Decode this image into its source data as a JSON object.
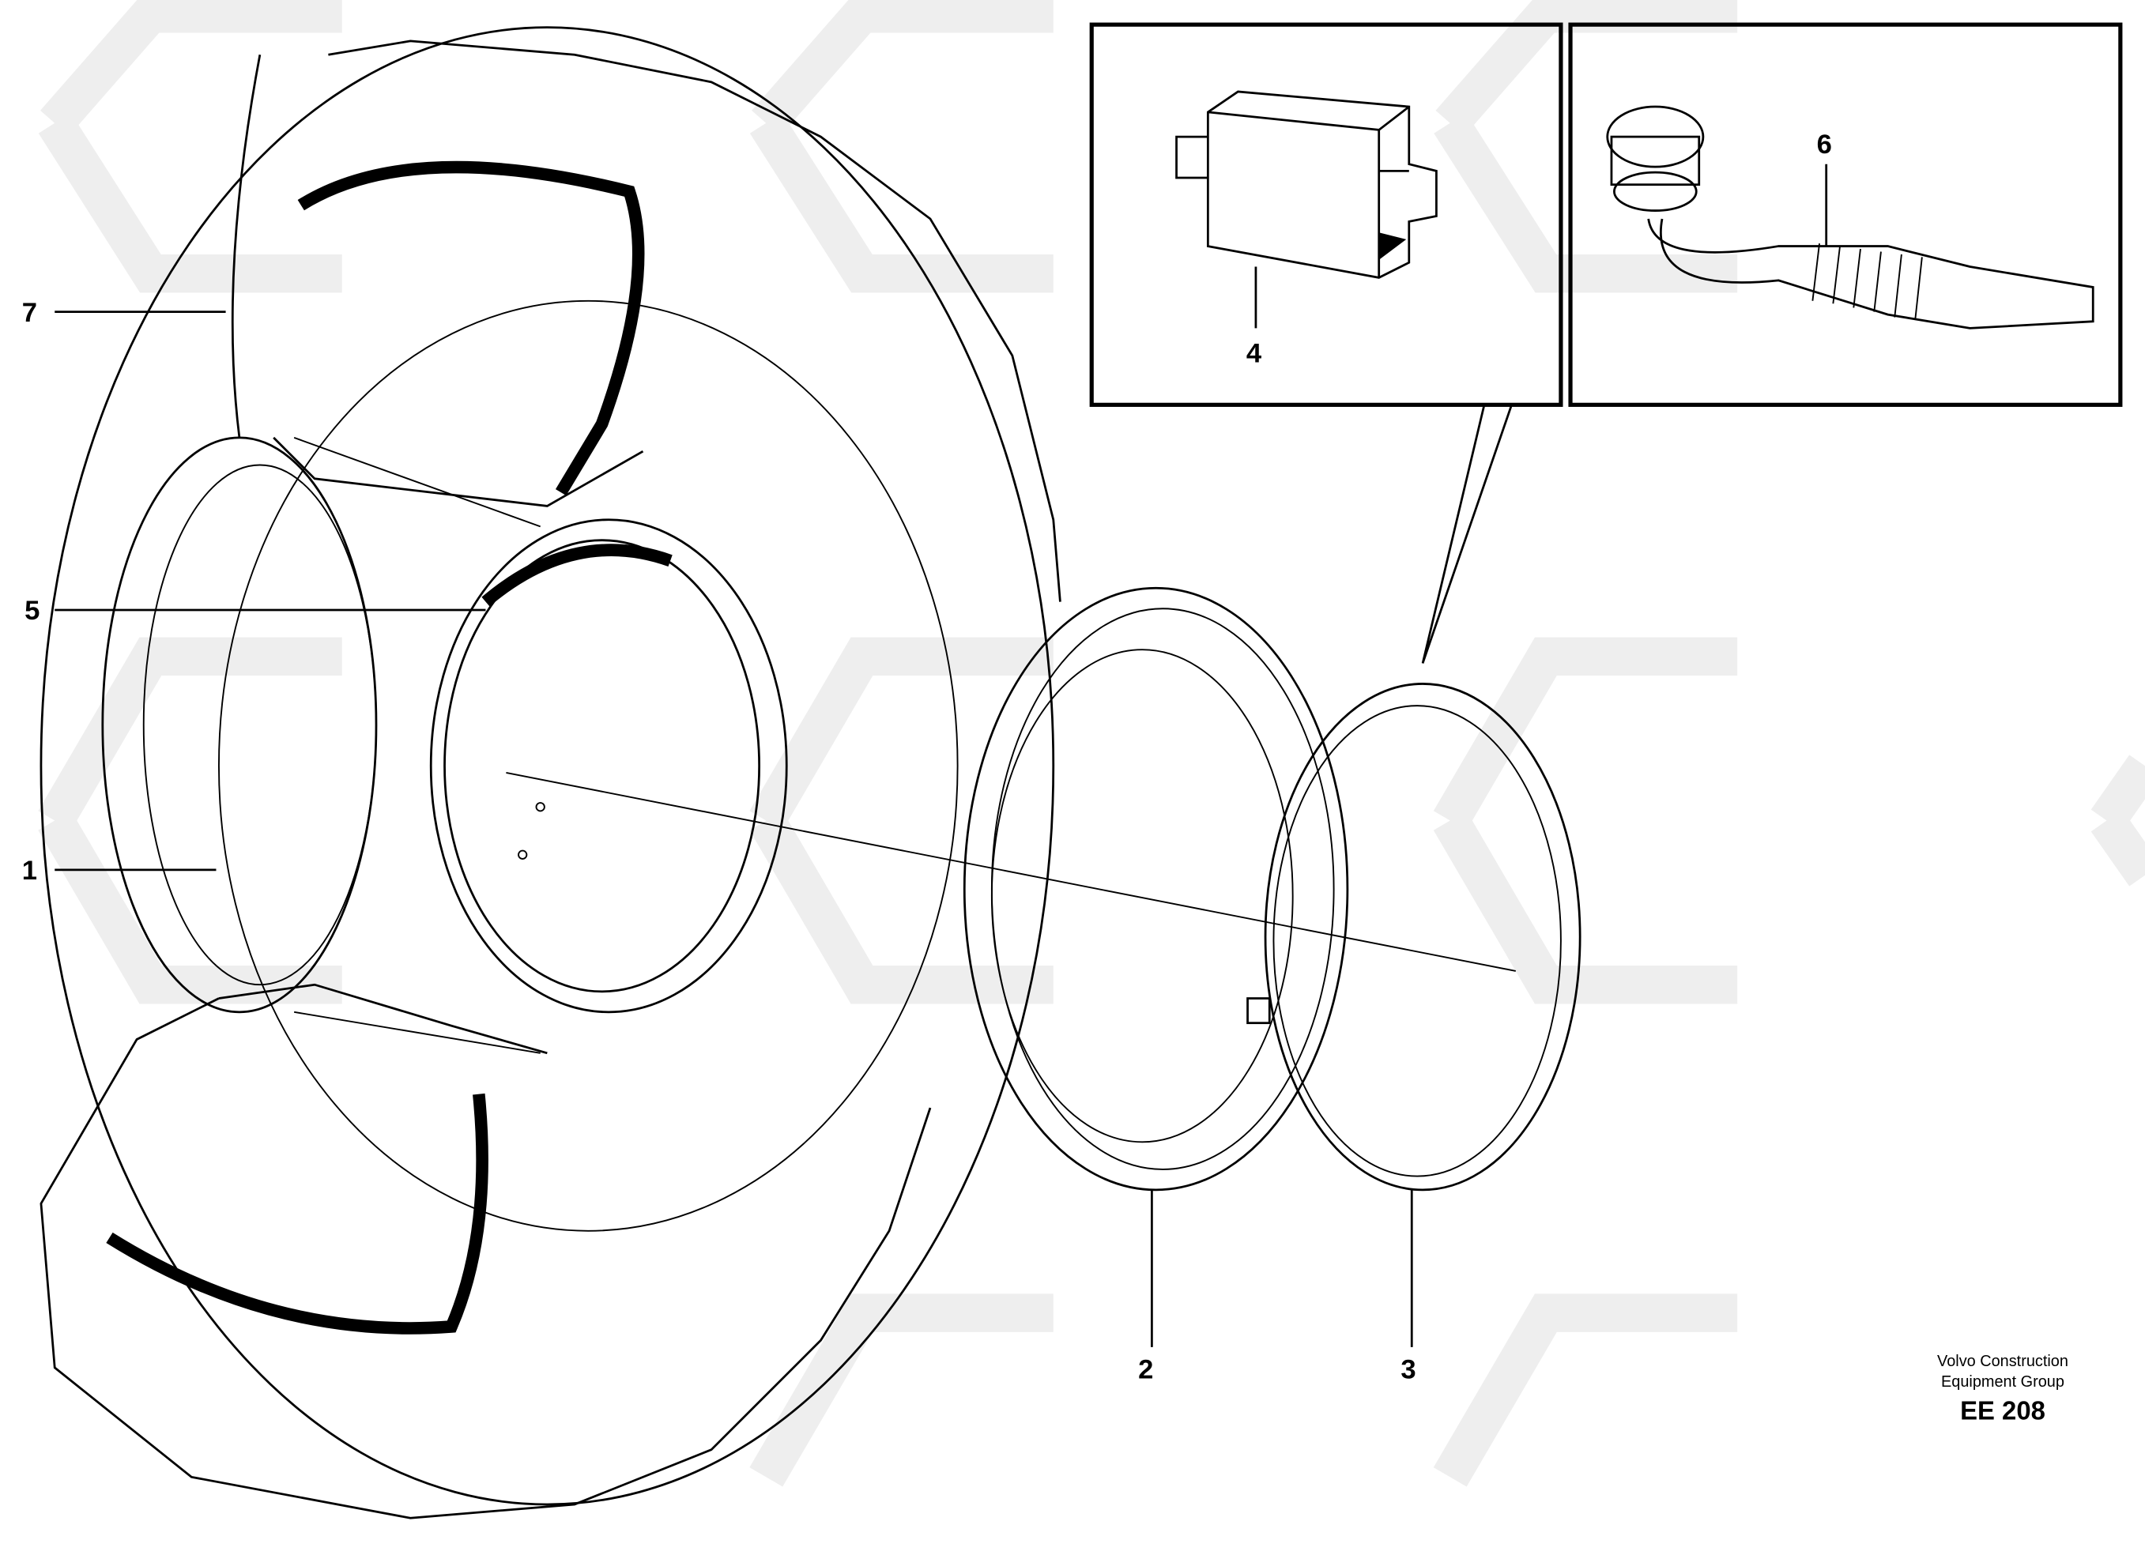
{
  "callouts": [
    {
      "number": "1",
      "part": "rim"
    },
    {
      "number": "2",
      "part": "lock-ring-seat"
    },
    {
      "number": "3",
      "part": "lock-ring"
    },
    {
      "number": "4",
      "part": "block"
    },
    {
      "number": "5",
      "part": "o-ring"
    },
    {
      "number": "6",
      "part": "valve"
    },
    {
      "number": "7",
      "part": "tire"
    }
  ],
  "footer": {
    "company_line1": "Volvo Construction",
    "company_line2": "Equipment Group",
    "drawing_code": "EE 208"
  }
}
